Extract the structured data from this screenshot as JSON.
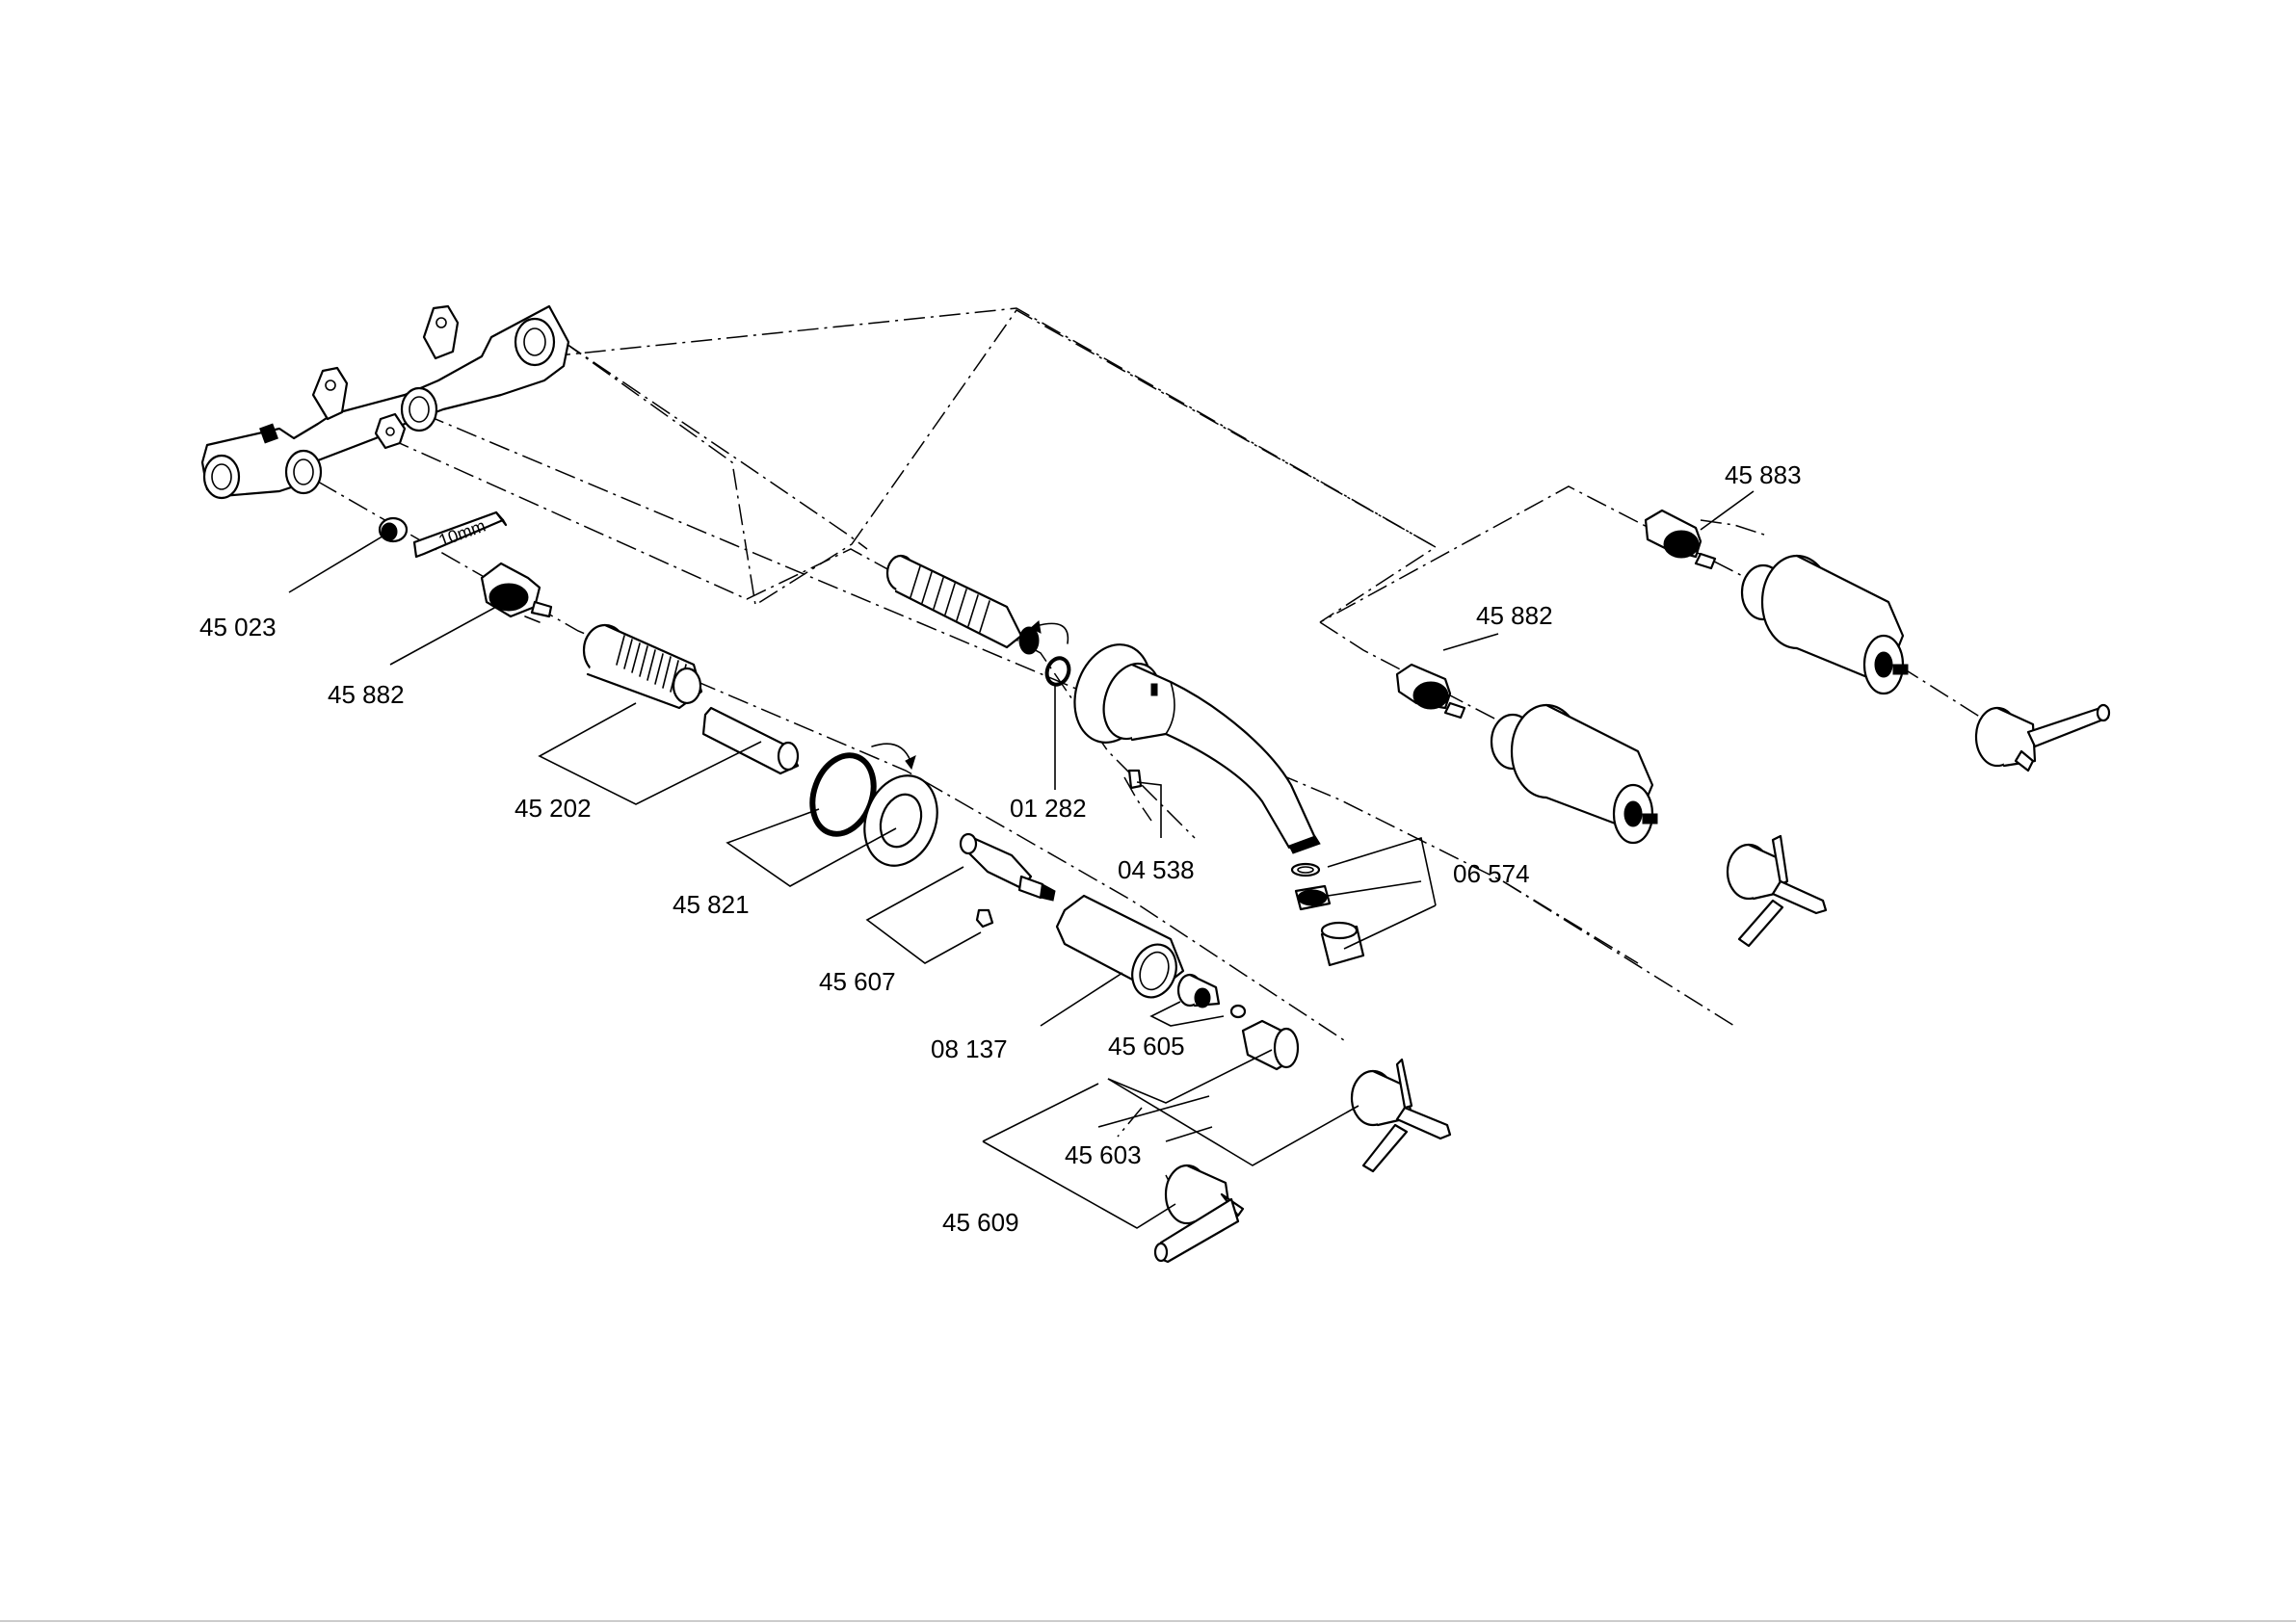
{
  "part_numbers": {
    "p45023": "45 023",
    "p45882a": "45 882",
    "p45202": "45 202",
    "p45821": "45 821",
    "p45607": "45 607",
    "p08137": "08 137",
    "p45605": "45 605",
    "p45603": "45 603",
    "p45609": "45 609",
    "p01282": "01 282",
    "p04538": "04 538",
    "p06574": "06 574",
    "p45882b": "45 882",
    "p45883": "45 883"
  },
  "annotations": {
    "wrench_size": "10mm"
  },
  "colors": {
    "line": "#000000",
    "background": "#ffffff"
  }
}
